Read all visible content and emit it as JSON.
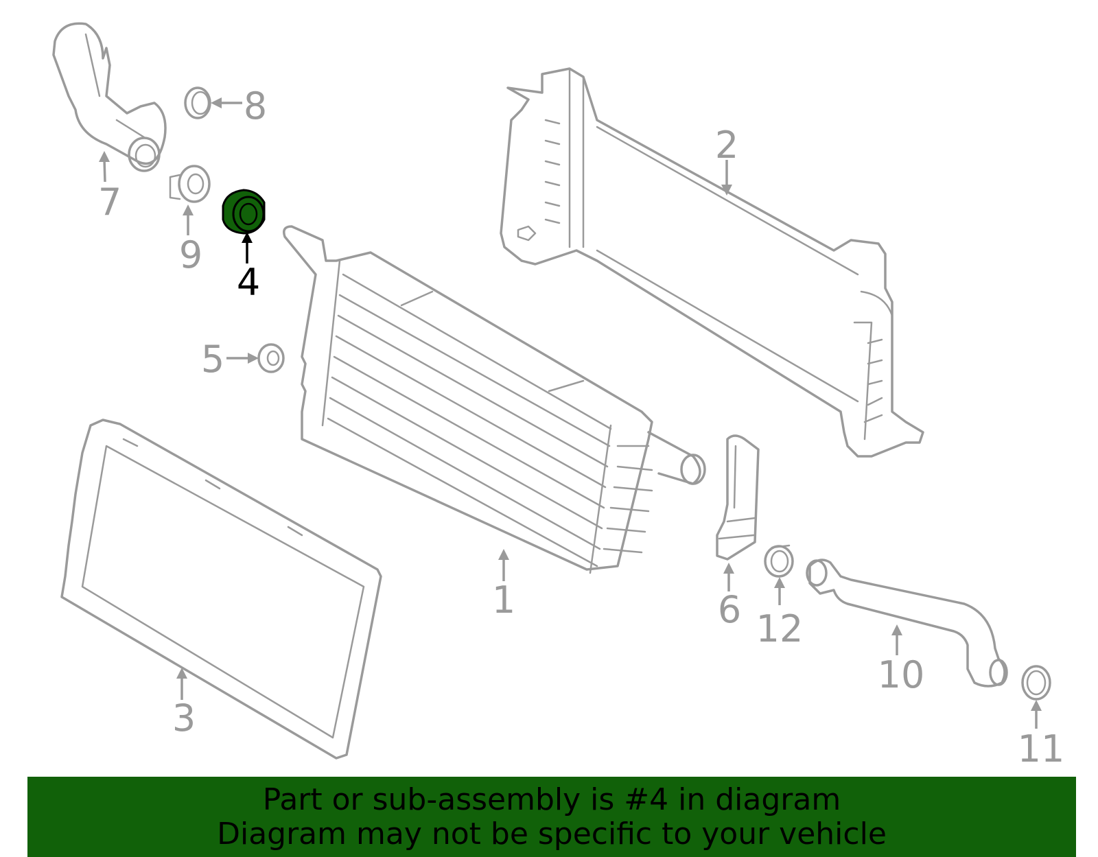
{
  "colors": {
    "part_stroke": "#9a9a9a",
    "highlight_part": "#116109",
    "banner_background": "#116109",
    "banner_text": "#000000"
  },
  "highlighted_callout": "4",
  "callouts": [
    {
      "id": "1",
      "label": "1"
    },
    {
      "id": "2",
      "label": "2"
    },
    {
      "id": "3",
      "label": "3"
    },
    {
      "id": "4",
      "label": "4"
    },
    {
      "id": "5",
      "label": "5"
    },
    {
      "id": "6",
      "label": "6"
    },
    {
      "id": "7",
      "label": "7"
    },
    {
      "id": "8",
      "label": "8"
    },
    {
      "id": "9",
      "label": "9"
    },
    {
      "id": "10",
      "label": "10"
    },
    {
      "id": "11",
      "label": "11"
    },
    {
      "id": "12",
      "label": "12"
    }
  ],
  "banner": {
    "line1": "Part or sub-assembly is #4 in diagram",
    "line2": "Diagram may not be specific to your vehicle"
  }
}
